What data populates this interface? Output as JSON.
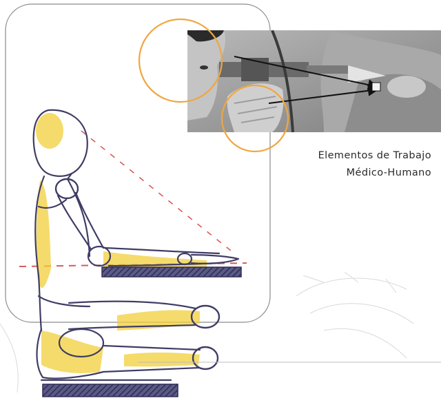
{
  "caption": {
    "line1": "Elementos de Trabajo",
    "line2": "Médico-Humano"
  },
  "colors": {
    "frame": "#8a8a8a",
    "highlight_circle": "#f0a640",
    "sketch_outline": "#3f3d66",
    "marker_yellow": "#f2cf3a",
    "sight_line": "#d95a5a",
    "photo_background": "#9a9a9a"
  },
  "icons": {
    "sight_arrows": "arrow-right"
  }
}
